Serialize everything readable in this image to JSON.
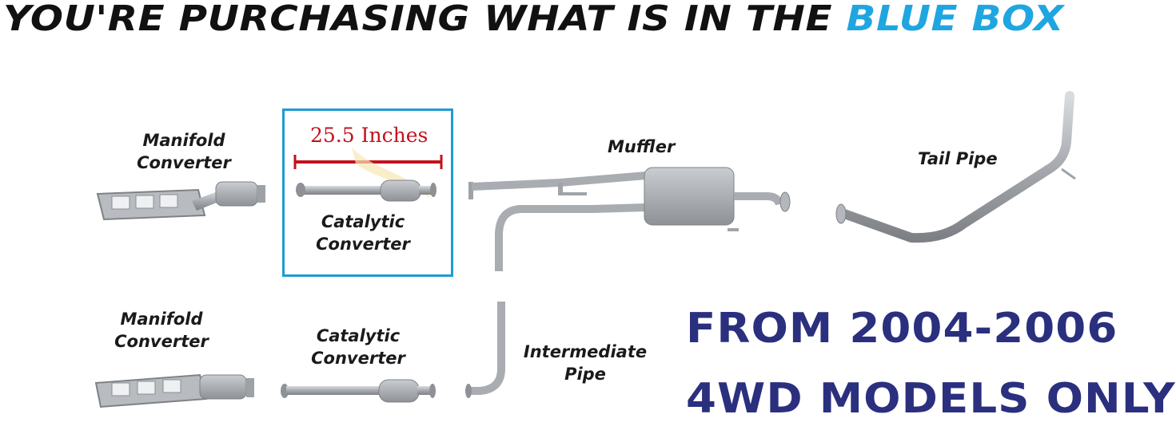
{
  "headline": {
    "prefix": "YOU'RE PURCHASING WHAT IS IN THE ",
    "highlight": "BLUE BOX"
  },
  "labels": {
    "manifold_top": [
      "Manifold",
      "Converter"
    ],
    "catalytic_top": [
      "Catalytic",
      "Converter"
    ],
    "muffler": "Muffler",
    "tail_pipe": "Tail Pipe",
    "manifold_bottom": [
      "Manifold",
      "Converter"
    ],
    "catalytic_bottom": [
      "Catalytic",
      "Converter"
    ],
    "intermediate": [
      "Intermediate",
      "Pipe"
    ]
  },
  "dimension": "25.5 Inches",
  "promo": {
    "line1": "FROM 2004-2006",
    "line2": "4WD MODELS ONLY"
  },
  "colors": {
    "accent": "#1fa6e0",
    "box": "#1f9ad6",
    "dimension": "#c1121c",
    "promo": "#2a2f7e",
    "metal": "#a9adb1"
  }
}
